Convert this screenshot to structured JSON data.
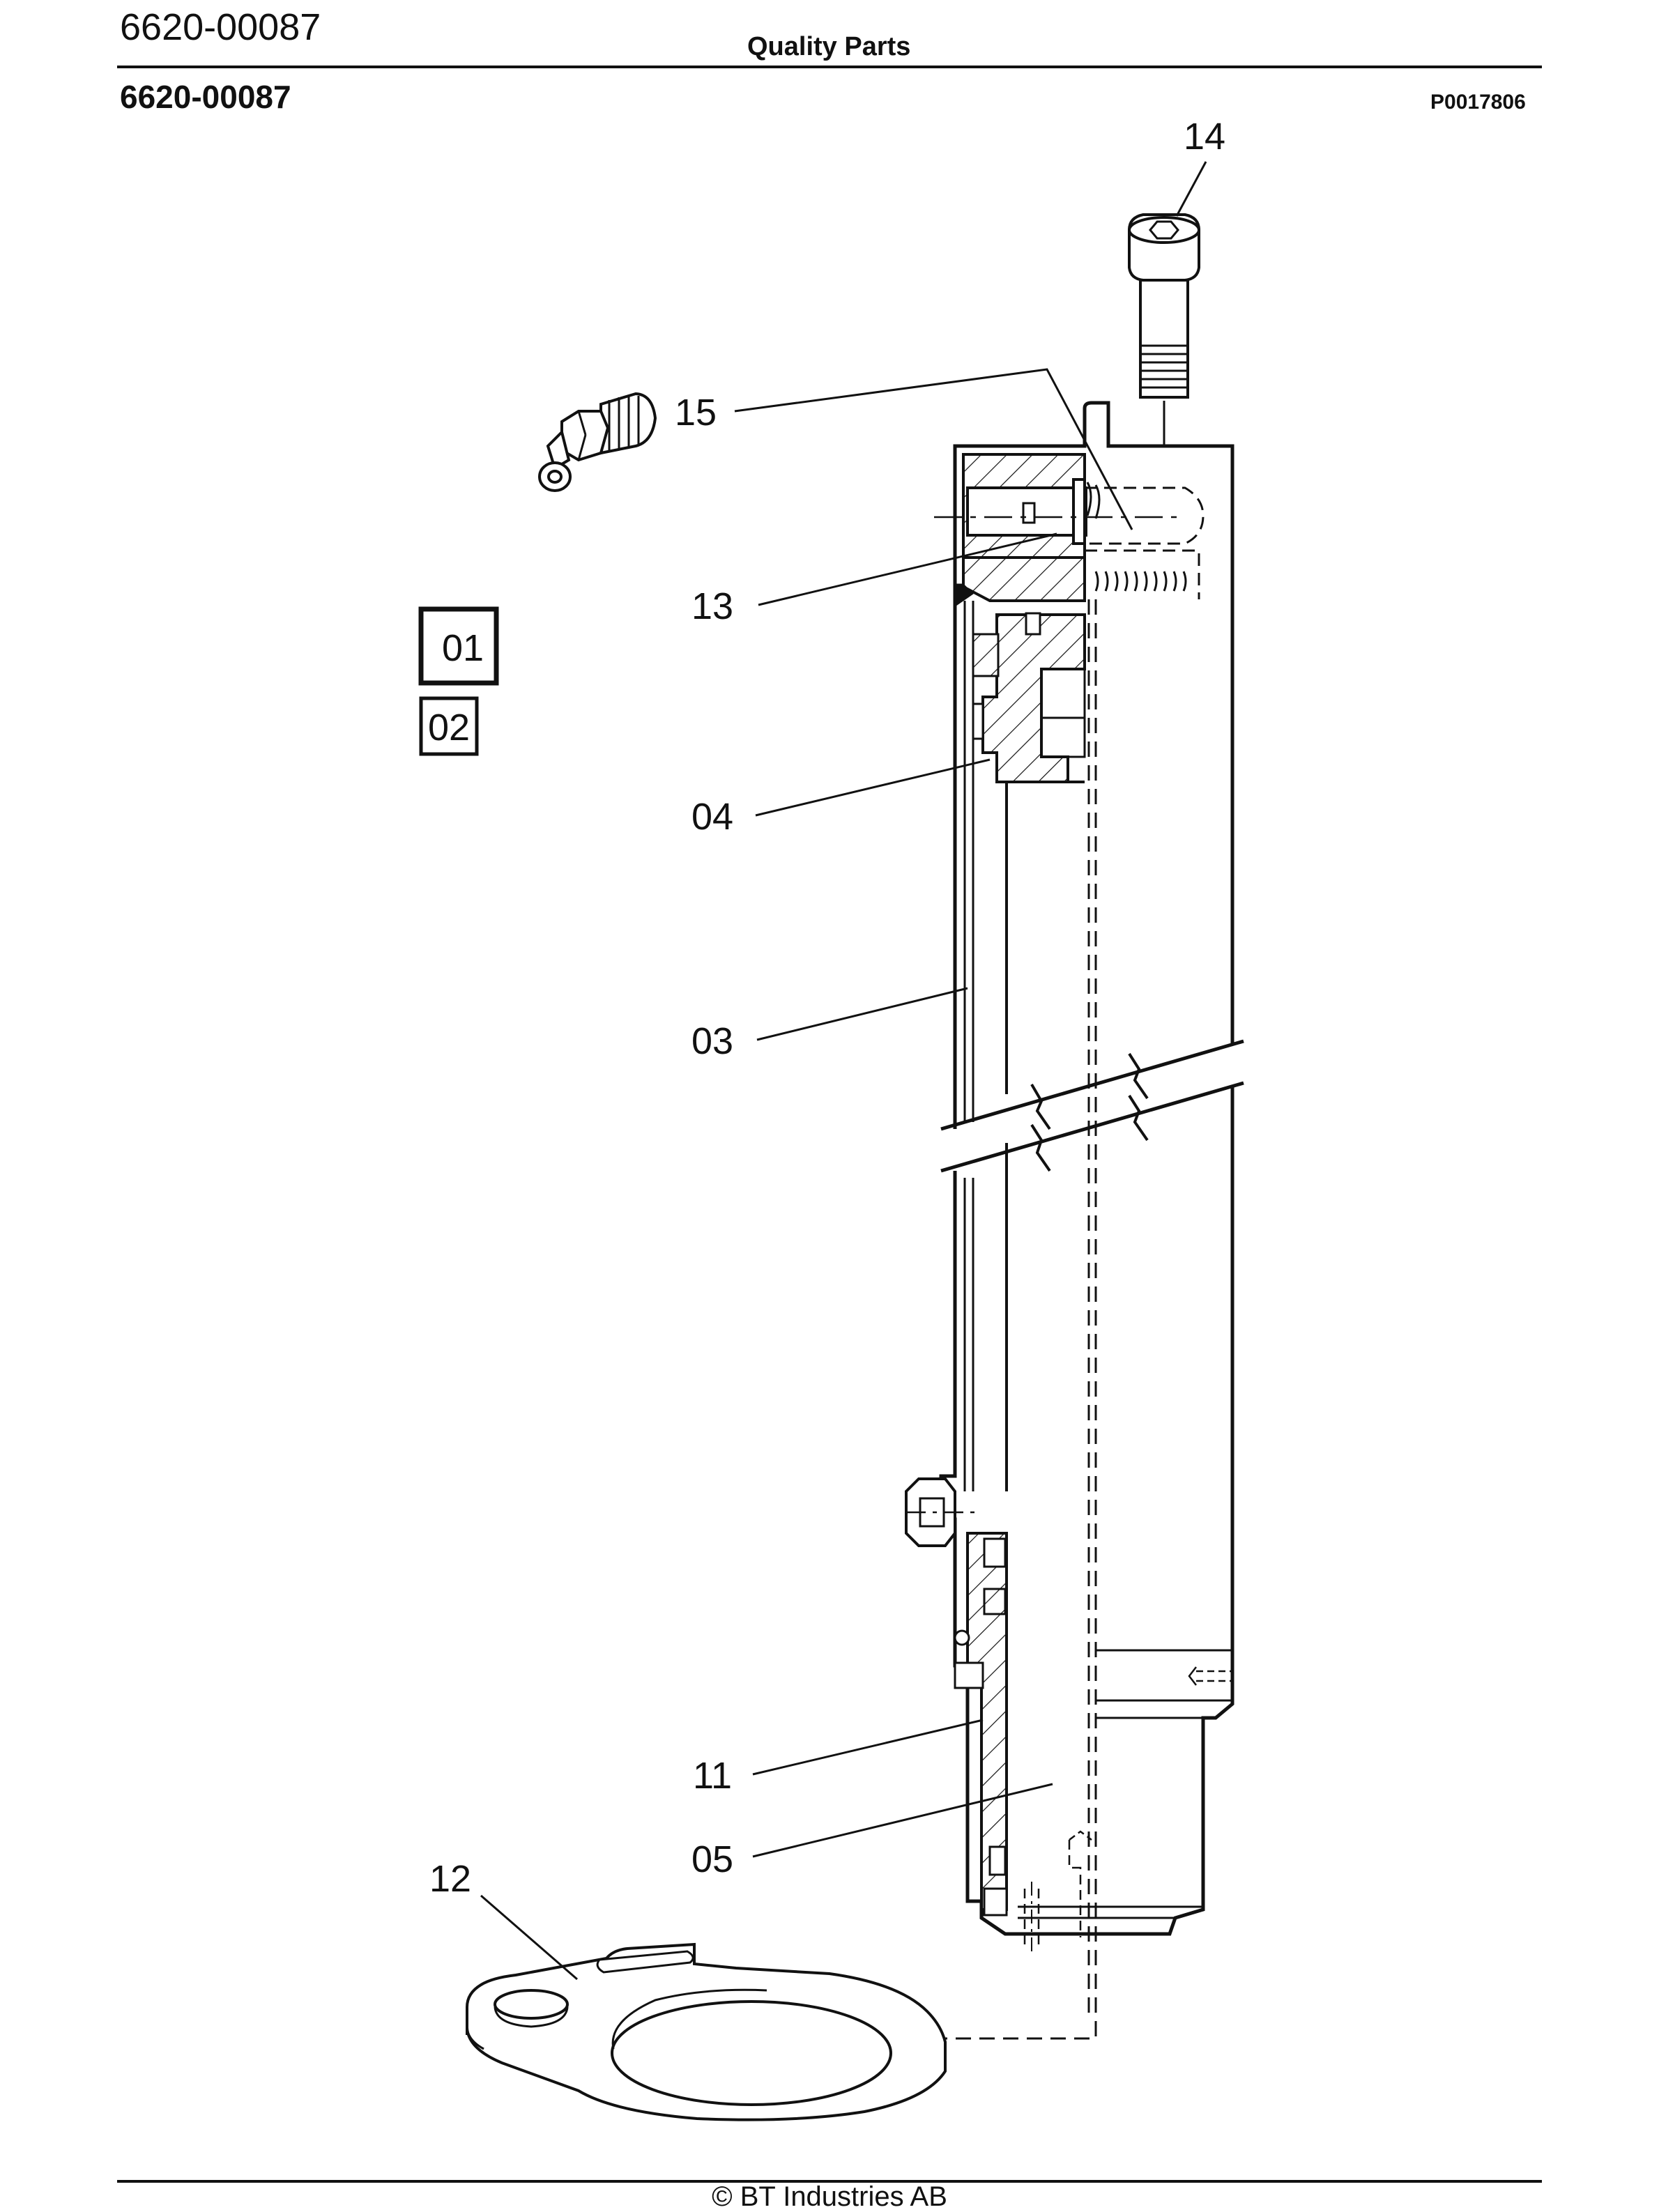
{
  "header": {
    "doc_number": "6620-00087",
    "title": "Quality Parts",
    "sub_number": "6620-00087",
    "picture_id": "P0017806"
  },
  "boxed_items": [
    "01",
    "02"
  ],
  "callouts": {
    "c14": "14",
    "c15": "15",
    "c13": "13",
    "c04": "04",
    "c03": "03",
    "c11": "11",
    "c05": "05",
    "c12": "12"
  },
  "footer": {
    "copyright": "© BT Industries AB"
  }
}
